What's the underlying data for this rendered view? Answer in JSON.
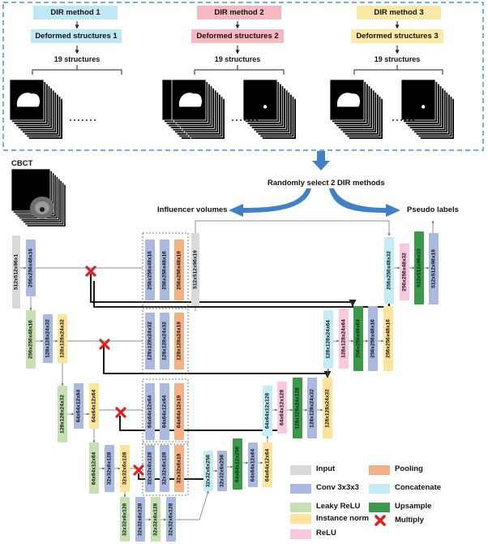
{
  "methods": [
    {
      "title": "DIR method 1",
      "deformed": "Deformed structures 1",
      "structures": "19 structures",
      "color": "#bfe8f4"
    },
    {
      "title": "DIR method 2",
      "deformed": "Deformed structures 2",
      "structures": "19 structures",
      "color": "#f6b9c2"
    },
    {
      "title": "DIR method 3",
      "deformed": "Deformed structures 3",
      "structures": "19 structures",
      "color": "#fde9a6"
    }
  ],
  "labels": {
    "cbct": "CBCT",
    "select": "Randomly select 2 DIR methods",
    "influencer": "Influencer volumes",
    "pseudo": "Pseudo labels"
  },
  "colors": {
    "input": "#d9d9d9",
    "conv": "#aab9e0",
    "leaky": "#c6e0b4",
    "inorm": "#fde49a",
    "pooling": "#f4b183",
    "concat": "#c5ecf4",
    "upsample": "#3a9a4a",
    "relu": "#f8c9e0",
    "multiply": "#e02020",
    "dash": "#4a90d9",
    "arrow": "#3f80c6"
  },
  "blocks": {
    "b1": "512x512x96x1",
    "b2": "256x256x48x16",
    "f1a": "256x256x48x16",
    "f1b": "256x256x48x16",
    "f1c": "256x256x48x19",
    "f1d": "512x512x96x19",
    "b3": "256x256x48x16",
    "b4": "128x128x24x32",
    "b5": "128x128x24x32",
    "f2a": "128x128x24x32",
    "f2b": "128x128x24x32",
    "f2c": "128x128x24x19",
    "b6": "128x128x24x32",
    "b7": "64x64x12x64",
    "b8": "64x64x12x64",
    "f3a": "64x64x12x64",
    "f3b": "64x64x12x64",
    "f3c": "64x64x12x19",
    "b9": "64x64x12x64",
    "b10": "32x32x6x128",
    "b11": "32x32x6x128",
    "f4a": "32x32x6x128",
    "f4b": "32x32x6x128",
    "f4c": "32x32x6x19",
    "b12": "32x32x6x128",
    "b13": "32x32x6x128",
    "b14": "32x32x6x128",
    "b15": "32x32x6x128",
    "u1": "32x32x6x256",
    "u2": "32x32x6x256",
    "u3": "64x64x12x256",
    "u4": "64x64x12x64",
    "u5": "64x64x12x64",
    "d3a": "64x64x12x128",
    "d3b": "64x64x12x128",
    "d3c": "128x128x24x128",
    "d3d": "128x128x24x32",
    "d3e": "128x128x24x32",
    "d2a": "128x128x24x64",
    "d2b": "128x128x24x64",
    "d2c": "256x256x48x64",
    "d2d": "256x256x48x16",
    "d2e": "256x256x48x16",
    "d1a": "256x256x48x32",
    "d1b": "256x256x48x32",
    "d1c": "512x512x96x32",
    "d1d": "512x512x96x19"
  },
  "legend": {
    "input": "Input",
    "conv": "Conv 3x3x3",
    "leaky": "Leaky ReLU",
    "inorm": "Instance norm",
    "relu": "ReLU",
    "pooling": "Pooling",
    "concat": "Concatenate",
    "upsample": "Upsample",
    "multiply": "Multiply"
  }
}
